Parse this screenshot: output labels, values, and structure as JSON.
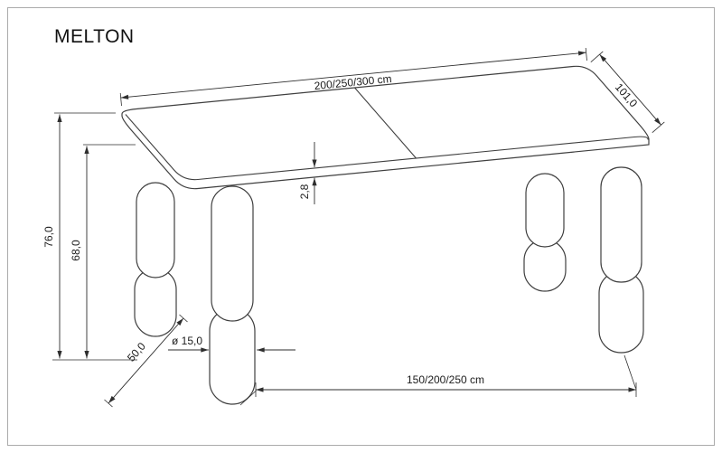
{
  "page": {
    "title": "MELTON"
  },
  "diagram": {
    "kind": "furniture dimensioned technical drawing",
    "item": "extendable rectangular dining table with four cylindrical turned legs",
    "dimensions": {
      "top_length": "200/250/300 cm",
      "top_depth": "101,0",
      "total_height": "76,0",
      "clearance_height": "68,0",
      "top_thickness": "2,8",
      "leg_diameter": "ø 15,0",
      "leg_offset_depth": "50,0",
      "leg_span_length": "150/200/250 cm"
    },
    "colors": {
      "outline": "#3f3f3f",
      "dimension_lines": "#2e2e2e",
      "text": "#1c1c1c",
      "background": "#ffffff",
      "frame_border": "#ababab"
    }
  }
}
